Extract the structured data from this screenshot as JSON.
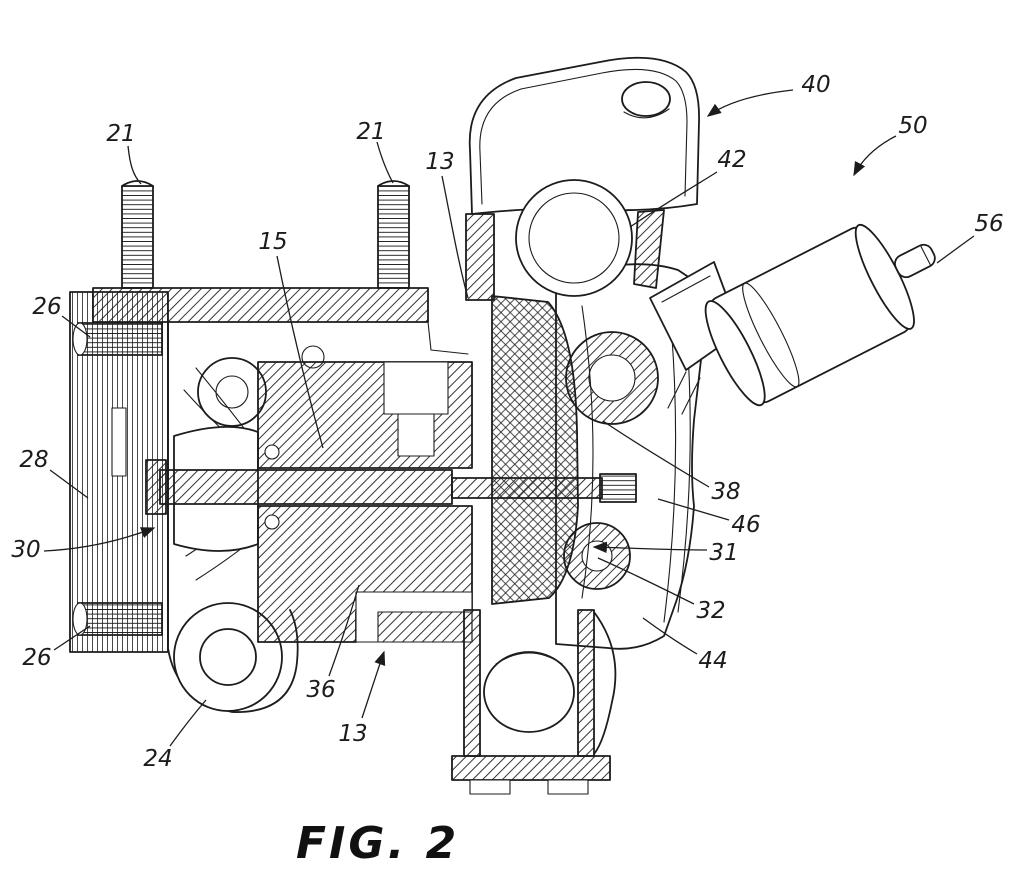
{
  "figure": {
    "caption": "FIG. 2"
  },
  "colors": {
    "ink": "#1c1c1c",
    "background": "#ffffff"
  },
  "callouts": [
    {
      "ref": "21"
    },
    {
      "ref": "21"
    },
    {
      "ref": "13"
    },
    {
      "ref": "40"
    },
    {
      "ref": "42"
    },
    {
      "ref": "50"
    },
    {
      "ref": "56"
    },
    {
      "ref": "26"
    },
    {
      "ref": "15"
    },
    {
      "ref": "28"
    },
    {
      "ref": "30"
    },
    {
      "ref": "26"
    },
    {
      "ref": "24"
    },
    {
      "ref": "36"
    },
    {
      "ref": "13"
    },
    {
      "ref": "38"
    },
    {
      "ref": "46"
    },
    {
      "ref": "31"
    },
    {
      "ref": "32"
    },
    {
      "ref": "44"
    }
  ]
}
